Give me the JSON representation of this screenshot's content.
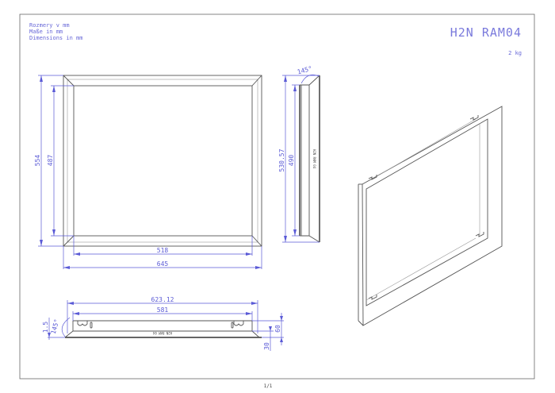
{
  "sheet": {
    "notes": [
      "Rozmery v mm",
      "Maße in mm",
      "Dimensions in mm"
    ],
    "title": "H2N RAM04",
    "weight": "2 kg",
    "page": "1/1"
  },
  "front_view": {
    "height_outer": "554",
    "height_inner": "487",
    "width_inner": "518",
    "width_outer": "645"
  },
  "side_view": {
    "angle": "145°",
    "height_outer": "530.57",
    "height_inner": "490",
    "part_mark": "H2N RAM 04"
  },
  "bottom_view": {
    "width_outer": "623.12",
    "width_inner": "581",
    "angle": "145°",
    "thickness": "1.5",
    "depth": "60",
    "offset": "30",
    "part_mark": "H2N RAM 04"
  },
  "colors": {
    "dimension": "#5a5ad6",
    "outline": "#555555"
  }
}
